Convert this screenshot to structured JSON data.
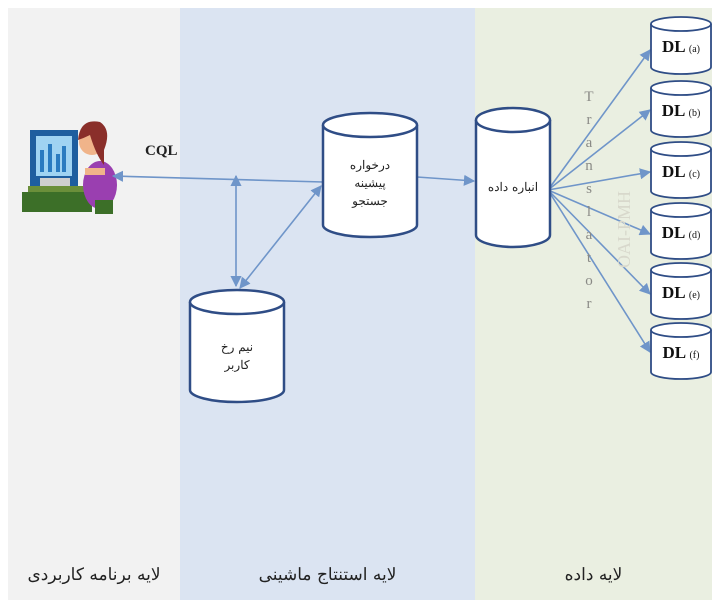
{
  "layers": {
    "application": "لایه برنامه کاربردی",
    "inference": "لایه استنتاج ماشینی",
    "data": "لایه داده"
  },
  "protocol_label": "CQL",
  "query_db": {
    "lines": [
      "درخواره",
      "پیشینه",
      "جستجو"
    ]
  },
  "profile_db": {
    "lines": [
      "نیم رخ",
      "کاربر"
    ]
  },
  "data_store": {
    "label": "انباره داده"
  },
  "translator_text": "Translator",
  "oai_text": "OAI-PMH",
  "libraries": [
    {
      "name": "DL",
      "tag": "(a)"
    },
    {
      "name": "DL",
      "tag": "(b)"
    },
    {
      "name": "DL",
      "tag": "(c)"
    },
    {
      "name": "DL",
      "tag": "(d)"
    },
    {
      "name": "DL",
      "tag": "(e)"
    },
    {
      "name": "DL",
      "tag": "(f)"
    }
  ],
  "colors": {
    "application_bg": "#f2f2f2",
    "inference_bg": "#dbe4f2",
    "data_bg": "#eaefe1",
    "arrow": "#6f95c9",
    "cylinder_stroke": "#2f4d86"
  }
}
